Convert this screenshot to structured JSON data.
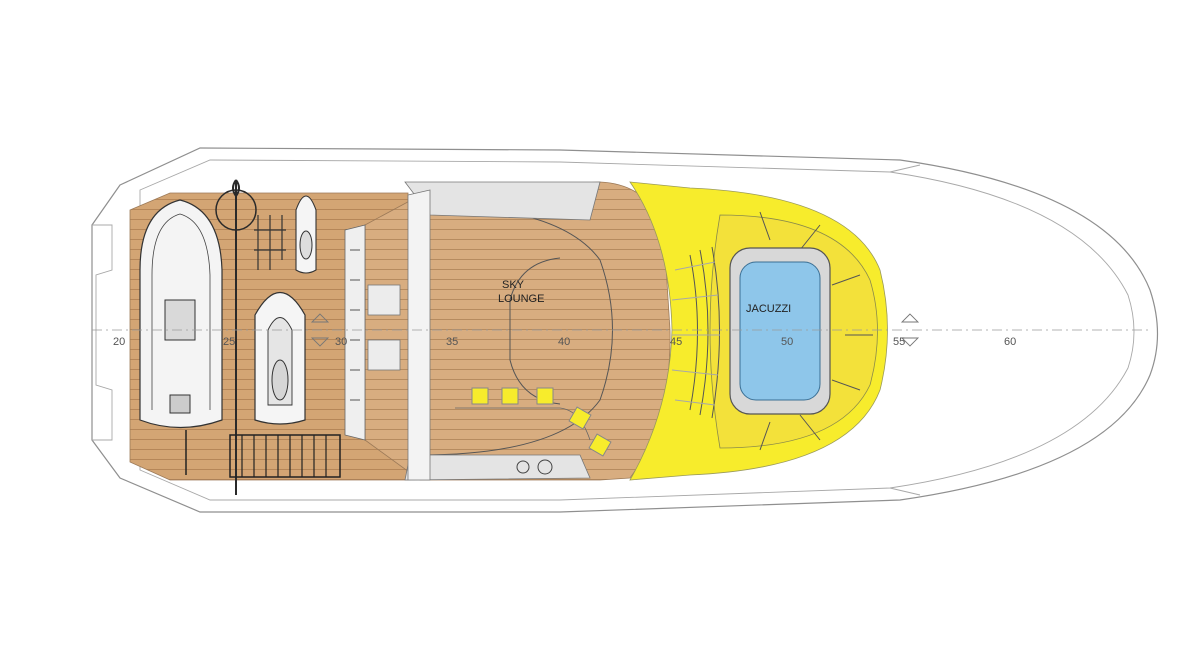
{
  "labels": {
    "sky_lounge_line1": "SKY",
    "sky_lounge_line2": "LOUNGE",
    "jacuzzi": "JACUZZI"
  },
  "scale": {
    "ticks": [
      "20",
      "25",
      "30",
      "35",
      "40",
      "45",
      "50",
      "55",
      "60"
    ]
  },
  "colors": {
    "deck_wood": "#cfa06e",
    "deck_wood_light": "#dcb58a",
    "seating_yellow": "#f7ec2c",
    "jacuzzi_water": "#8ec6ea",
    "hull_line": "#8f8f8f",
    "furniture_grey": "#e2e2e2"
  },
  "items": [
    {
      "name": "tender-boat",
      "icon": "boat-icon"
    },
    {
      "name": "jet-ski-large",
      "icon": "jetski-icon"
    },
    {
      "name": "jet-ski-small",
      "icon": "jetski-icon"
    },
    {
      "name": "boarding-ladder",
      "icon": "ladder-icon"
    },
    {
      "name": "davit-crane",
      "icon": "crane-icon"
    },
    {
      "name": "bar-stools",
      "icon": "stool-icon"
    },
    {
      "name": "jacuzzi-tub",
      "icon": "jacuzzi-icon"
    }
  ]
}
